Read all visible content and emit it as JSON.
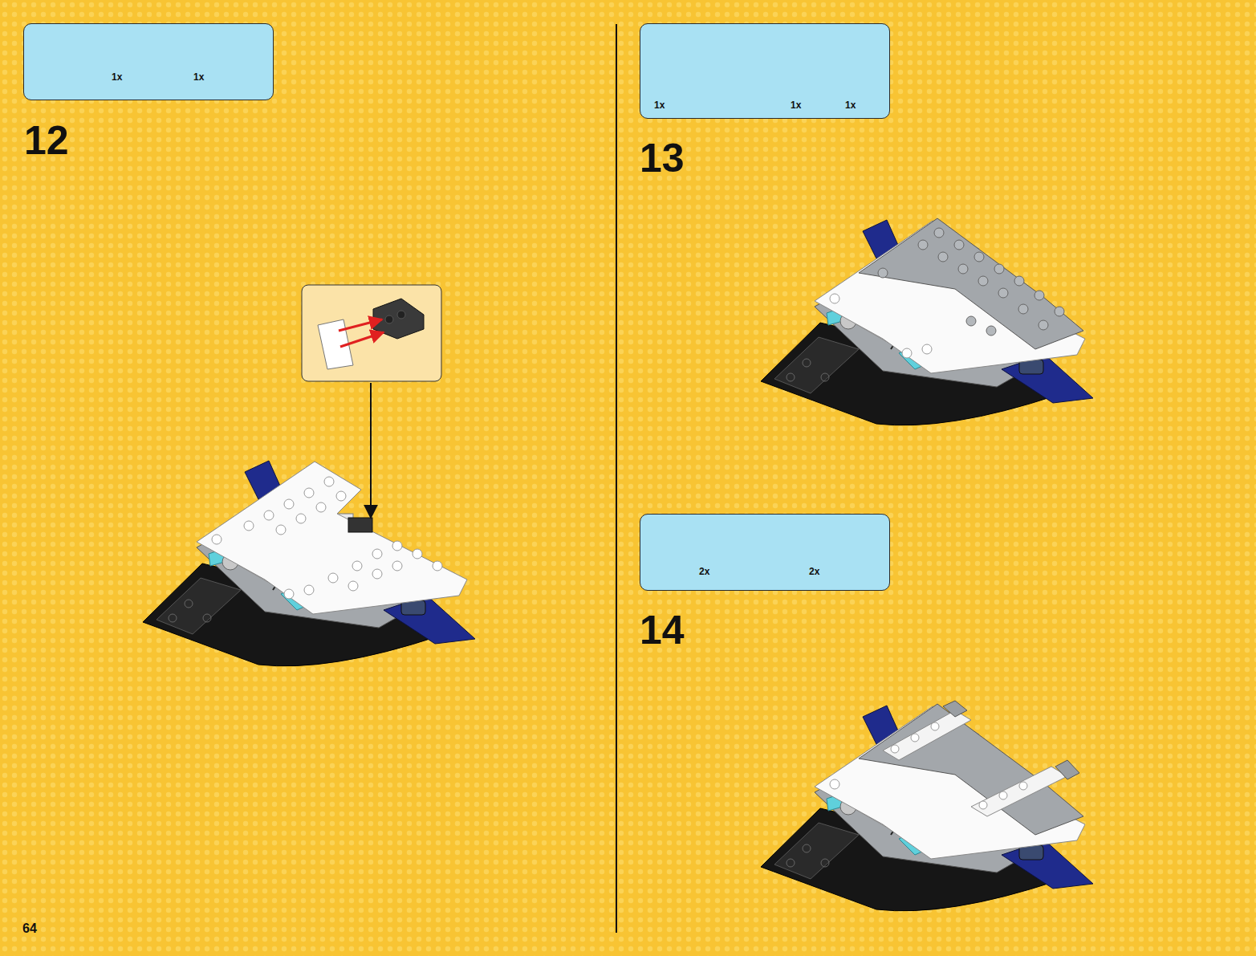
{
  "diagram": {
    "nodes": [
      {
        "text": [
          "1x",
          "1x"
        ]
      },
      {
        "text": [
          "1x",
          "1x",
          "1x"
        ]
      },
      {
        "text": [
          "2x",
          "2x"
        ]
      }
    ],
    "edges": [],
    "labels": [
      "12",
      "13",
      "14",
      "64"
    ]
  }
}
